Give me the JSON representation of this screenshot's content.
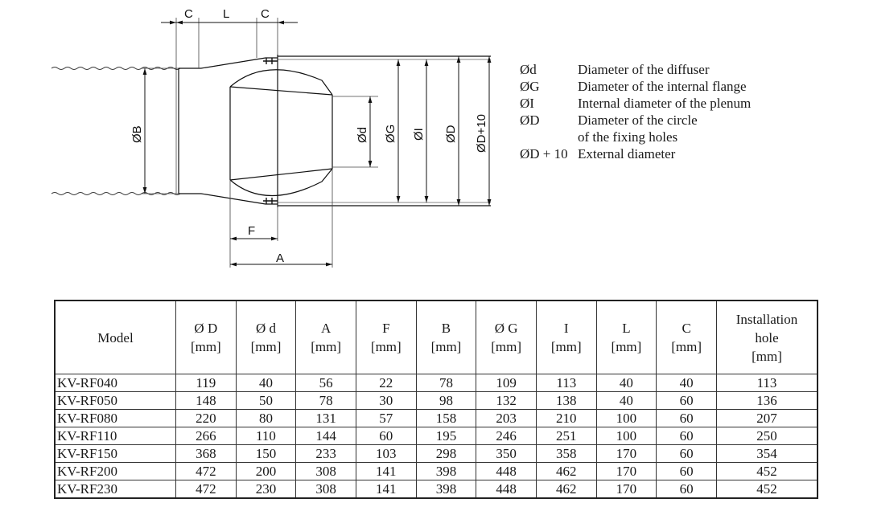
{
  "drawing": {
    "labels": {
      "c_left": "C",
      "l": "L",
      "c_right": "C",
      "b": "ØB",
      "d": "Ød",
      "g": "ØG",
      "i": "ØI",
      "big_d": "ØD",
      "big_d_plus": "ØD+10",
      "f": "F",
      "a": "A"
    }
  },
  "legend": [
    {
      "symbol": "Ød",
      "text": "Diameter of the diffuser"
    },
    {
      "symbol": "ØG",
      "text": "Diameter of the internal flange"
    },
    {
      "symbol": "ØI",
      "text": "Internal diameter of the plenum"
    },
    {
      "symbol": "ØD",
      "text": "Diameter of the circle"
    },
    {
      "symbol": "",
      "text": "of the fixing holes"
    },
    {
      "symbol": "ØD + 10",
      "text": "External diameter"
    }
  ],
  "table": {
    "headers": [
      {
        "line1": "Model",
        "line2": "",
        "line3": ""
      },
      {
        "line1": "Ø D",
        "line2": "[mm]",
        "line3": ""
      },
      {
        "line1": "Ø d",
        "line2": "[mm]",
        "line3": ""
      },
      {
        "line1": "A",
        "line2": "[mm]",
        "line3": ""
      },
      {
        "line1": "F",
        "line2": "[mm]",
        "line3": ""
      },
      {
        "line1": "B",
        "line2": "[mm]",
        "line3": ""
      },
      {
        "line1": "Ø G",
        "line2": "[mm]",
        "line3": ""
      },
      {
        "line1": "I",
        "line2": "[mm]",
        "line3": ""
      },
      {
        "line1": "L",
        "line2": "[mm]",
        "line3": ""
      },
      {
        "line1": "C",
        "line2": "[mm]",
        "line3": ""
      },
      {
        "line1": "Installation",
        "line2": "hole",
        "line3": "[mm]"
      }
    ],
    "rows": [
      [
        "KV-RF040",
        "119",
        "40",
        "56",
        "22",
        "78",
        "109",
        "113",
        "40",
        "40",
        "113"
      ],
      [
        "KV-RF050",
        "148",
        "50",
        "78",
        "30",
        "98",
        "132",
        "138",
        "40",
        "60",
        "136"
      ],
      [
        "KV-RF080",
        "220",
        "80",
        "131",
        "57",
        "158",
        "203",
        "210",
        "100",
        "60",
        "207"
      ],
      [
        "KV-RF110",
        "266",
        "110",
        "144",
        "60",
        "195",
        "246",
        "251",
        "100",
        "60",
        "250"
      ],
      [
        "KV-RF150",
        "368",
        "150",
        "233",
        "103",
        "298",
        "350",
        "358",
        "170",
        "60",
        "354"
      ],
      [
        "KV-RF200",
        "472",
        "200",
        "308",
        "141",
        "398",
        "448",
        "462",
        "170",
        "60",
        "452"
      ],
      [
        "KV-RF230",
        "472",
        "230",
        "308",
        "141",
        "398",
        "448",
        "462",
        "170",
        "60",
        "452"
      ]
    ]
  }
}
